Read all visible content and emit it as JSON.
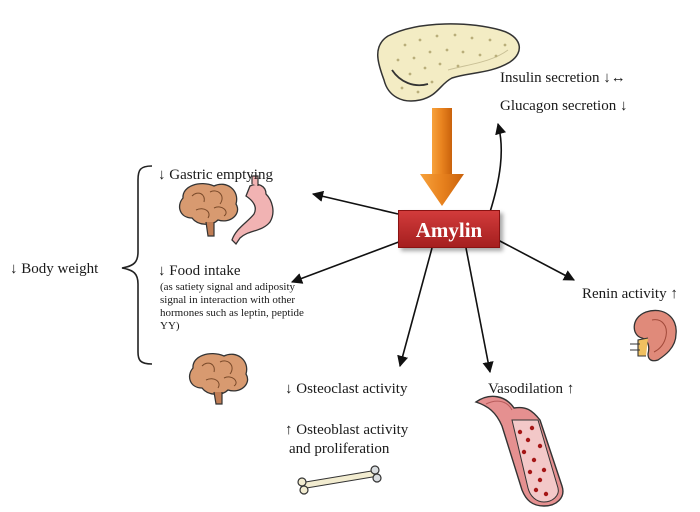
{
  "center": {
    "label": "Amylin"
  },
  "pancreas": {
    "effects": [
      "Insulin secretion ↓↔",
      "Glucagon secretion ↓"
    ]
  },
  "left_branch": {
    "group_label": "↓ Body weight",
    "gastric_emptying": "↓ Gastric emptying",
    "food_intake": "↓ Food intake",
    "food_intake_note": "(as satiety signal and adiposity signal in interaction with other hormones such as leptin, peptide YY)"
  },
  "bone": {
    "osteoclast": "↓ Osteoclast activity",
    "osteoblast_line1": "↑ Osteoblast activity",
    "osteoblast_line2": "and proliferation"
  },
  "vasodilation": "Vasodilation ↑",
  "renin": "Renin activity ↑",
  "colors": {
    "amylin_box": "#b82828",
    "orange_arrow": "#e8821e",
    "pancreas": "#f3ecc4",
    "brain": "#c98a60",
    "stomach": "#f1b3b3",
    "vessel": "#e59090",
    "kidney": "#e08a7a"
  },
  "icons": [
    "pancreas-icon",
    "brain-icon",
    "stomach-icon",
    "bone-icon",
    "blood-vessel-icon",
    "kidney-icon"
  ]
}
